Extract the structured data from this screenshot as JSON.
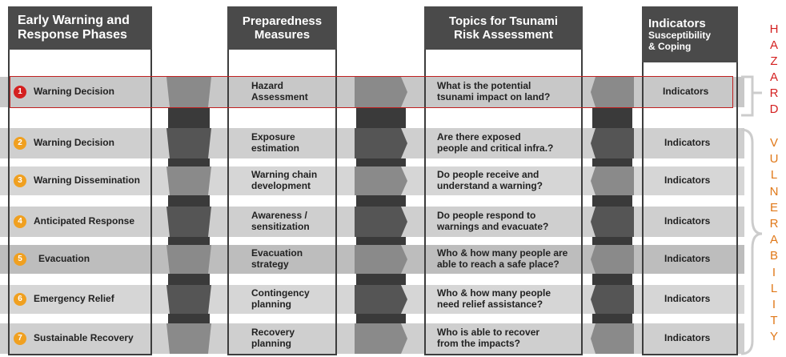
{
  "headers": {
    "phases": "Early Warning and\nResponse Phases",
    "measures": "Preparedness\nMeasures",
    "topics": "Topics for Tsunami\nRisk Assessment",
    "indicators_title": "Indicators",
    "indicators_sub": "Susceptibility\n& Coping"
  },
  "rows": [
    {
      "num": "1",
      "phase": "Warning Decision",
      "measure": "Hazard\nAssessment",
      "topic": "What is the potential\ntsunami impact on land?",
      "indicator": "Indicators"
    },
    {
      "num": "2",
      "phase": "Warning Decision",
      "measure": "Exposure\nestimation",
      "topic": "Are there exposed\npeople and critical infra.?",
      "indicator": "Indicators"
    },
    {
      "num": "3",
      "phase": "Warning Dissemination",
      "measure": "Warning chain\ndevelopment",
      "topic": "Do people receive and\nunderstand a warning?",
      "indicator": "Indicators"
    },
    {
      "num": "4",
      "phase": "Anticipated Response",
      "measure": "Awareness /\nsensitization",
      "topic": "Do people respond to\nwarnings and evacuate?",
      "indicator": "Indicators"
    },
    {
      "num": "5",
      "phase": "Evacuation",
      "measure": "Evacuation\nstrategy",
      "topic": "Who & how many people are\nable to reach a safe place?",
      "indicator": "Indicators"
    },
    {
      "num": "6",
      "phase": "Emergency Relief",
      "measure": "Contingency\nplanning",
      "topic": "Who & how many people\nneed relief assistance?",
      "indicator": "Indicators"
    },
    {
      "num": "7",
      "phase": "Sustainable Recovery",
      "measure": "Recovery\nplanning",
      "topic": "Who is able to recover\nfrom the impacts?",
      "indicator": "Indicators"
    }
  ],
  "side_labels": {
    "hazard": [
      "H",
      "A",
      "Z",
      "A",
      "R",
      "D"
    ],
    "vulnerability": [
      "V",
      "U",
      "L",
      "N",
      "E",
      "R",
      "A",
      "B",
      "I",
      "L",
      "I",
      "T",
      "Y"
    ]
  },
  "colors": {
    "header_bg": "#4a4a4a",
    "hazard_red": "#d42020",
    "vulnerability_orange": "#e07818",
    "badge_red": "#d42020",
    "badge_orange": "#f0a020"
  }
}
